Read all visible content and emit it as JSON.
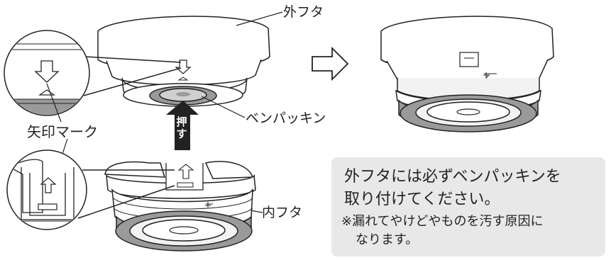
{
  "labels": {
    "outer_lid": "外フタ",
    "packing": "ベンパッキン",
    "arrow_mark": "矢印マーク",
    "inner_lid": "内フタ",
    "push": "押す"
  },
  "note": {
    "line1": "外フタには必ずベンパッキンを",
    "line2": "取り付けてください。",
    "line3": "※漏れてやけどやものを汚す原因に",
    "line4": "なります。"
  },
  "colors": {
    "line": "#222222",
    "gray_ring": "#9a9a9a",
    "light_fill": "#f2f2f2",
    "note_bg": "#e8e8e8",
    "push_arrow": "#222222"
  }
}
